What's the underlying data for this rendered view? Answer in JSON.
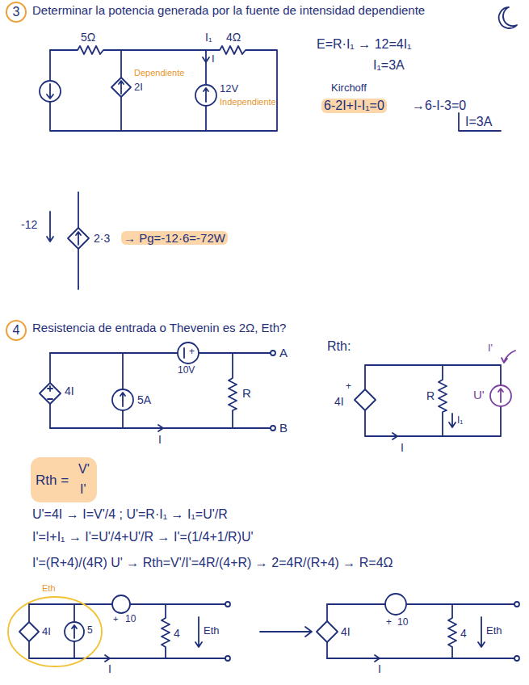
{
  "diagram": {
    "nodes": [
      {
        "text": [
          "3"
        ]
      },
      {
        "text": [
          "4"
        ]
      }
    ],
    "labels": [
      "Determinar la potencia generada por la fuente de intensidad dependiente",
      "5Ω",
      "I₁",
      "4Ω",
      "I",
      "Dependiente",
      "2I",
      "12V",
      "Independiente",
      "E=R·I₁ → 12=4I₁",
      "I₁=3A",
      "Kirchoff",
      "6-2I+I-I₁=0",
      "→6-I-3=0",
      "I=3A",
      "-12",
      "2·3",
      "→ Pg=-12·6=-72W",
      "Resistencia de entrada o Thevenin es 2Ω, Eth?",
      "4I",
      "5A",
      "+",
      "10V",
      "R",
      "A",
      "B",
      "I",
      "Rth:",
      "I'",
      "+",
      "4I",
      "R",
      "I₁",
      "U'",
      "I",
      "Rth =",
      "V'",
      "I'",
      "U'=4I → I=V'/4 ;   U'=R·I₁ → I₁=U'/R",
      "I'=I+I₁ → I'=U'/4+U'/R → I'=(1/4+1/R)U'",
      "I'=(R+4)/(4R) U' → Rth=V'/I'=4R/(4+R) → 2=4R/(R+4) → R=4Ω",
      "Eth",
      "4I",
      "5",
      "+",
      "10",
      "4",
      "Eth",
      "I",
      "4I",
      "+",
      "10",
      "4",
      "Eth",
      "I"
    ]
  }
}
